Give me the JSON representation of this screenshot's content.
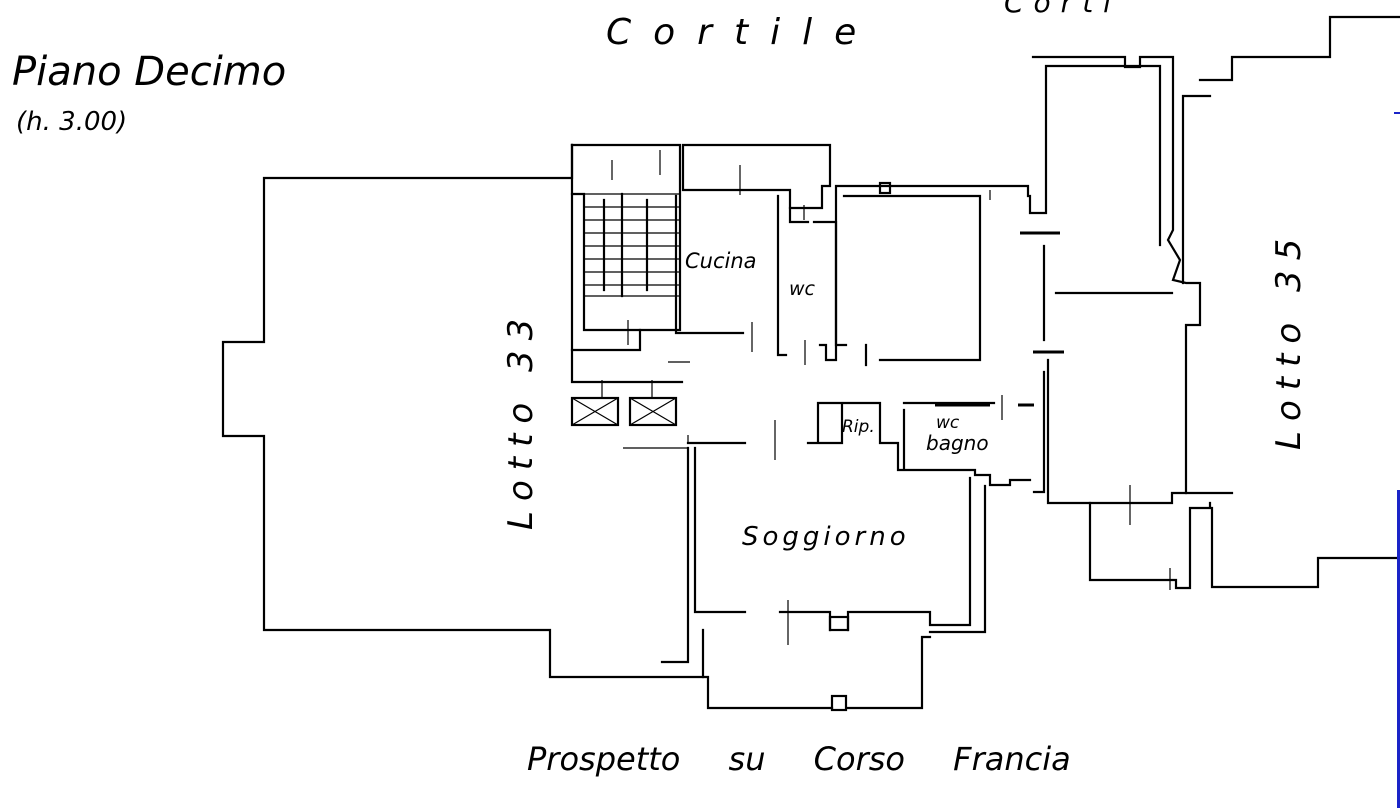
{
  "header": {
    "floor_title": "Piano Decimo",
    "floor_height": "(h. 3.00)",
    "courtyard": "Cortile",
    "top_right_fragment": "Corti"
  },
  "rooms": {
    "kitchen": "Cucina",
    "wc_upper": "wc",
    "wc_lower": "wc",
    "bathroom": "bagno",
    "storage": "Rip.",
    "living": "Soggiorno"
  },
  "neighbors": {
    "left_lot": "Lotto 33",
    "right_lot": "Lotto 35"
  },
  "footer": {
    "street_elevation": "Prospetto su Corso Francia"
  },
  "colors": {
    "ink": "#000000",
    "paper": "#ffffff",
    "edge_accent": "#1a24c8"
  }
}
